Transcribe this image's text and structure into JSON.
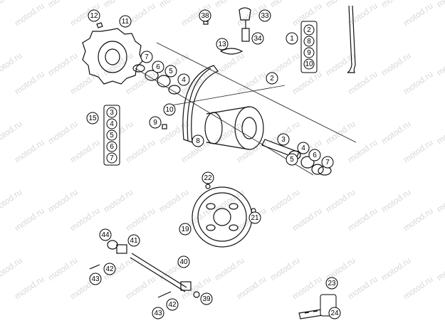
{
  "watermark": "motod.ru",
  "callouts": [
    {
      "id": "c12",
      "label": "12"
    },
    {
      "id": "c11",
      "label": "11"
    },
    {
      "id": "c38",
      "label": "38"
    },
    {
      "id": "c33",
      "label": "33"
    },
    {
      "id": "c34",
      "label": "34"
    },
    {
      "id": "c13",
      "label": "13"
    },
    {
      "id": "c1",
      "label": "1"
    },
    {
      "id": "c7a",
      "label": "7"
    },
    {
      "id": "c6a",
      "label": "6"
    },
    {
      "id": "c5a",
      "label": "5"
    },
    {
      "id": "c4a",
      "label": "4"
    },
    {
      "id": "c2",
      "label": "2"
    },
    {
      "id": "c10",
      "label": "10"
    },
    {
      "id": "c9",
      "label": "9"
    },
    {
      "id": "c8",
      "label": "8"
    },
    {
      "id": "c15",
      "label": "15"
    },
    {
      "id": "c3",
      "label": "3"
    },
    {
      "id": "c4b",
      "label": "4"
    },
    {
      "id": "c6b",
      "label": "6"
    },
    {
      "id": "c7b",
      "label": "7"
    },
    {
      "id": "c5b",
      "label": "5"
    },
    {
      "id": "c22",
      "label": "22"
    },
    {
      "id": "c21",
      "label": "21"
    },
    {
      "id": "c19",
      "label": "19"
    },
    {
      "id": "c44",
      "label": "44"
    },
    {
      "id": "c41",
      "label": "41"
    },
    {
      "id": "c42a",
      "label": "42"
    },
    {
      "id": "c43a",
      "label": "43"
    },
    {
      "id": "c40",
      "label": "40"
    },
    {
      "id": "c39",
      "label": "39"
    },
    {
      "id": "c42b",
      "label": "42"
    },
    {
      "id": "c43b",
      "label": "43"
    },
    {
      "id": "c23",
      "label": "23"
    },
    {
      "id": "c24",
      "label": "24"
    }
  ],
  "groups": {
    "group1": [
      "2",
      "8",
      "9",
      "10"
    ],
    "group15": [
      "3",
      "4",
      "5",
      "6",
      "7"
    ]
  }
}
